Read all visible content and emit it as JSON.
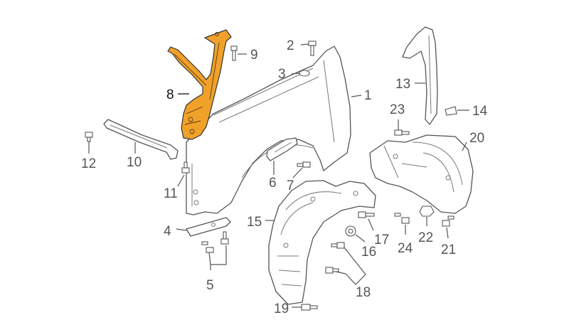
{
  "callouts": [
    {
      "id": "1",
      "text": "1"
    },
    {
      "id": "2",
      "text": "2"
    },
    {
      "id": "3",
      "text": "3"
    },
    {
      "id": "4",
      "text": "4"
    },
    {
      "id": "5",
      "text": "5"
    },
    {
      "id": "6",
      "text": "6"
    },
    {
      "id": "7",
      "text": "7"
    },
    {
      "id": "8",
      "text": "8",
      "highlighted": true
    },
    {
      "id": "9",
      "text": "9"
    },
    {
      "id": "10",
      "text": "10"
    },
    {
      "id": "11",
      "text": "11"
    },
    {
      "id": "12",
      "text": "12"
    },
    {
      "id": "13",
      "text": "13"
    },
    {
      "id": "14",
      "text": "14"
    },
    {
      "id": "15",
      "text": "15"
    },
    {
      "id": "16",
      "text": "16"
    },
    {
      "id": "17",
      "text": "17"
    },
    {
      "id": "18",
      "text": "18"
    },
    {
      "id": "19",
      "text": "19"
    },
    {
      "id": "20",
      "text": "20"
    },
    {
      "id": "21",
      "text": "21"
    },
    {
      "id": "22",
      "text": "22"
    },
    {
      "id": "23",
      "text": "23"
    },
    {
      "id": "24",
      "text": "24"
    }
  ],
  "colors": {
    "highlight": "#f0a12a",
    "line": "#555555",
    "label": "#555555",
    "highlight_label": "#111111"
  }
}
